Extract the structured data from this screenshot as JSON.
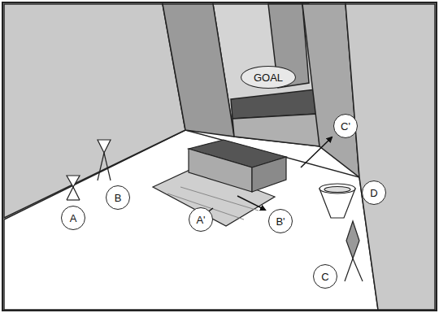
{
  "diagram": {
    "nodes": [
      {
        "text": [
          "GOAL"
        ]
      },
      {
        "text": [
          "C'"
        ]
      },
      {
        "text": [
          "B"
        ]
      },
      {
        "text": [
          "D"
        ]
      },
      {
        "text": [
          "A"
        ]
      },
      {
        "text": [
          "A'"
        ]
      },
      {
        "text": [
          "B'"
        ]
      },
      {
        "text": [
          "C"
        ]
      }
    ]
  }
}
